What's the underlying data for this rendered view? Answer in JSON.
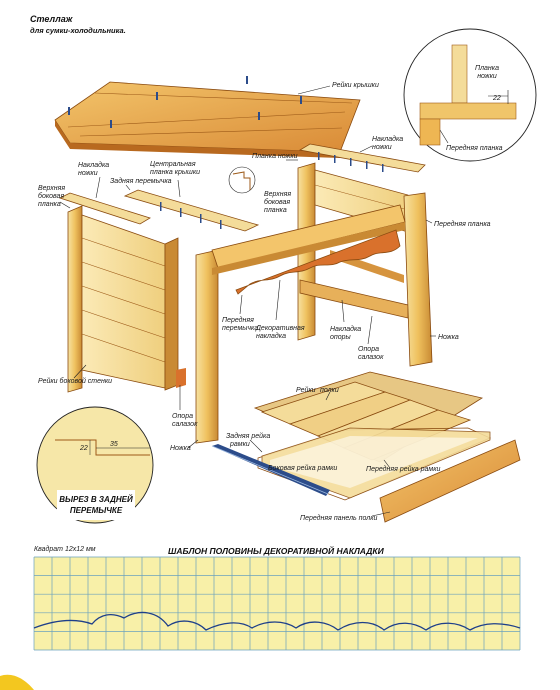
{
  "title": {
    "line1": "Стеллаж",
    "line2": "для сумки-холодильника."
  },
  "labels": {
    "lid_slats": "Рейки крышки",
    "leg_pad_tr_1": "Планка",
    "leg_pad_tr_2": "ножки",
    "dim_22": "22",
    "front_plank_detail": "Передняя планка",
    "leg_overlay_1": "Накладка",
    "leg_overlay_2": "ножки",
    "leg_pad_mid": "Планка ножки",
    "leg_overlay_left_1": "Накладка",
    "leg_overlay_left_2": "ножки",
    "back_crossbar": "Задняя перемычка",
    "center_lid_plank_1": "Центральная",
    "center_lid_plank_2": "планка крышки",
    "upper_side_left_1": "Верхняя",
    "upper_side_left_2": "боковая",
    "upper_side_left_3": "планка",
    "upper_side_right_1": "Верхняя",
    "upper_side_right_2": "боковая",
    "upper_side_right_3": "планка",
    "front_plank": "Передняя планка",
    "front_crossbar_1": "Передняя",
    "front_crossbar_2": "перемычка",
    "decor_overlay_1": "Декоративная",
    "decor_overlay_2": "накладка",
    "support_overlay_1": "Накладка",
    "support_overlay_2": "опоры",
    "runner_support_right_1": "Опора",
    "runner_support_right_2": "салазок",
    "leg_right": "Ножка",
    "side_wall_slats": "Рейки боковой стенки",
    "dim_22b": "22",
    "dim_35": "35",
    "runner_support_left_1": "Опора",
    "runner_support_left_2": "салазок",
    "leg_left": "Ножка",
    "shelf_slats_1": "Рейки",
    "shelf_slats_2": "полки",
    "back_frame_rail_1": "Задняя рейка",
    "back_frame_rail_2": "рамки",
    "side_frame_rail": "Боковая рейка рамки",
    "front_frame_rail": "Передняя рейка рамки",
    "front_shelf_panel": "Передняя панель полки",
    "notch_caption_1": "ВЫРЕЗ В ЗАДНЕЙ",
    "notch_caption_2": "ПЕРЕМЫЧКЕ",
    "grid_label": "Квадрат 12x12 мм",
    "template_title": "ШАБЛОН ПОЛОВИНЫ ДЕКОРАТИВНОЙ НАКЛАДКИ"
  },
  "colors": {
    "wood_light": "#f6df9c",
    "wood_mid": "#eeb653",
    "wood_dark": "#c9782a",
    "wood_accent": "#d9712c",
    "grid_bg": "#f8f0a8",
    "grid_line": "#6aa1bd"
  }
}
